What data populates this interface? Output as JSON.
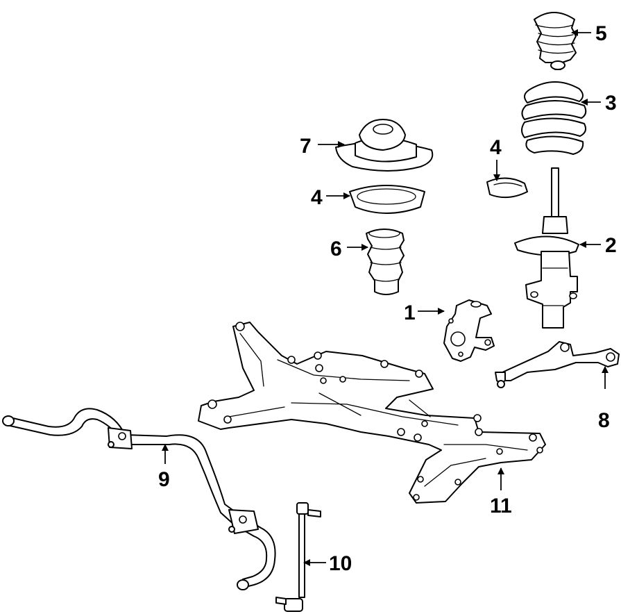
{
  "colors": {
    "line": "#000000",
    "background": "#ffffff"
  },
  "callouts": [
    {
      "id": "c1",
      "label": "1"
    },
    {
      "id": "c2",
      "label": "2"
    },
    {
      "id": "c3",
      "label": "3"
    },
    {
      "id": "c4a",
      "label": "4"
    },
    {
      "id": "c4b",
      "label": "4"
    },
    {
      "id": "c5",
      "label": "5"
    },
    {
      "id": "c6",
      "label": "6"
    },
    {
      "id": "c7",
      "label": "7"
    },
    {
      "id": "c8",
      "label": "8"
    },
    {
      "id": "c9",
      "label": "9"
    },
    {
      "id": "c10",
      "label": "10"
    },
    {
      "id": "c11",
      "label": "11"
    }
  ]
}
